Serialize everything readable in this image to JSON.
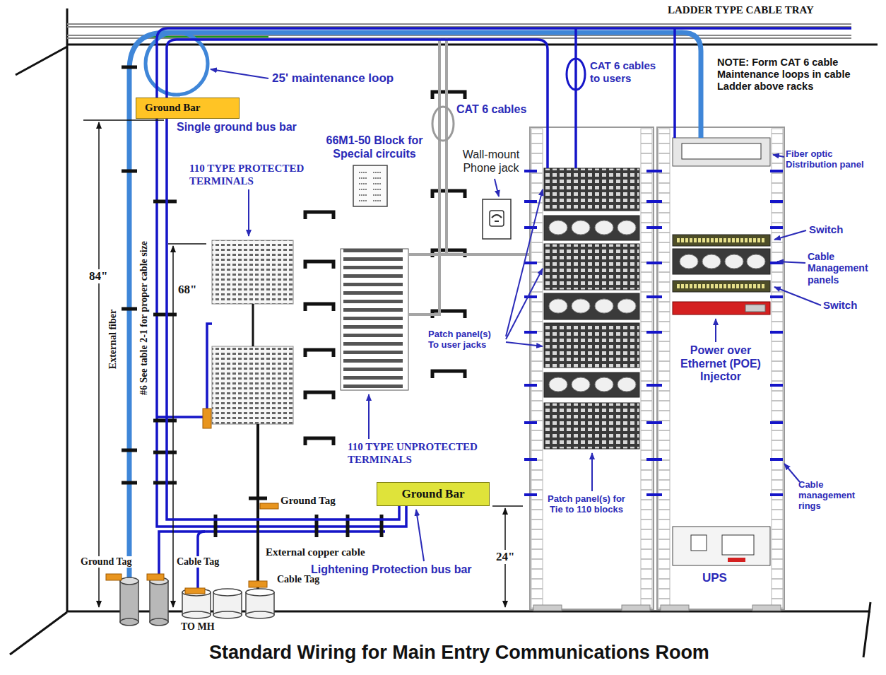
{
  "diagram": {
    "title": "Standard Wiring for Main Entry Communications Room",
    "nodes": [
      {
        "text": [
          "Ground Bar"
        ]
      },
      {
        "text": [
          "Ground Bar"
        ]
      }
    ],
    "edges": [
      {
        "from": 0,
        "to": 1,
        "arrow": "none"
      }
    ],
    "labels": [
      "LADDER TYPE CABLE TRAY",
      "25' maintenance loop",
      "CAT 6 cables to users",
      "NOTE: Form CAT 6 cable Maintenance loops in cable Ladder above racks",
      "Single ground bus bar",
      "CAT 6 cables",
      "66M1-50 Block for Special circuits",
      "Wall-mount Phone jack",
      "Fiber optic Distribution panel",
      "110 TYPE PROTECTED TERMINALS",
      "Switch",
      "Cable Management panels",
      "Switch",
      "84\"",
      "68\"",
      "#6 See table 2-1 for proper cable size",
      "External fiber",
      "Patch panel(s) To user jacks",
      "Power over Ethernet (POE) Injector",
      "110 TYPE UNPROTECTED TERMINALS",
      "Cable management rings",
      "Ground Tag",
      "Patch panel(s) for Tie to 110 blocks",
      "External copper cable",
      "Lightening Protection bus bar",
      "24\"",
      "Ground Tag",
      "Cable Tag",
      "Cable Tag",
      "TO MH",
      "UPS"
    ]
  }
}
